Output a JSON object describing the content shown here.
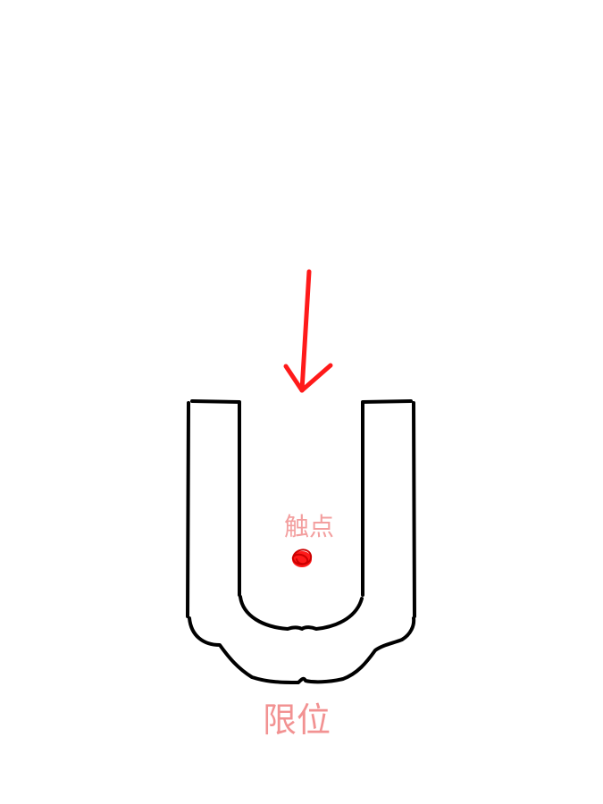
{
  "labels": {
    "contact_point": "触点",
    "limit": "限位"
  },
  "colors": {
    "background": "#ffffff",
    "outline": "#000000",
    "arrow": "#ff0000",
    "label": "#f08080",
    "contact_dot": "#ff0000"
  },
  "icons": {
    "arrow": "down-arrow",
    "contact_marker": "filled-dot"
  }
}
